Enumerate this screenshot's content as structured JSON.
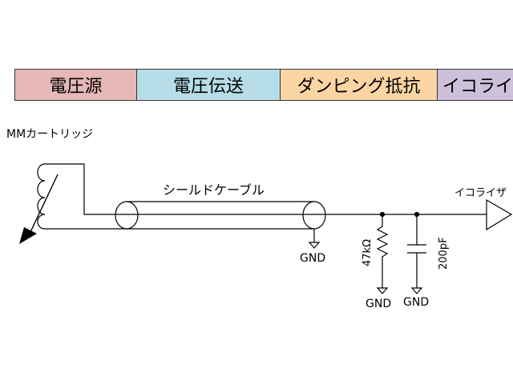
{
  "sections": [
    {
      "label": "電圧源",
      "color": "#e6b8b7"
    },
    {
      "label": "電圧伝送",
      "color": "#b7dee8"
    },
    {
      "label": "ダンピング抵抗",
      "color": "#fcd5a4"
    },
    {
      "label": "イコライザ",
      "color": "#ccc0da"
    }
  ],
  "schematic": {
    "cartridge_label": "MMカートリッジ",
    "cable_label": "シールドケーブル",
    "resistor_label": "47kΩ",
    "capacitor_label": "200pF",
    "equalizer_label": "イコライザ",
    "ground_labels": [
      "GND",
      "GND",
      "GND"
    ]
  }
}
